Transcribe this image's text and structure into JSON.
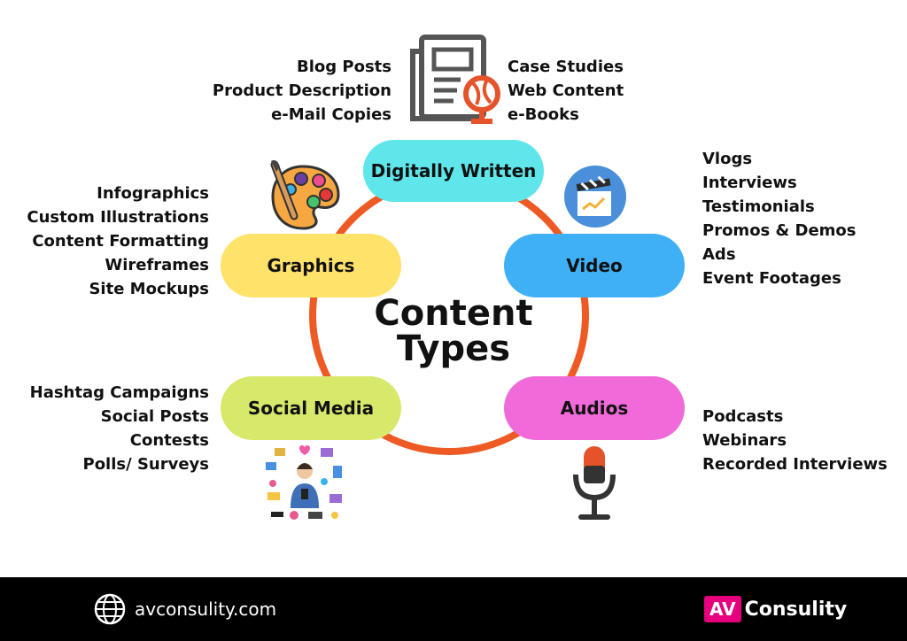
{
  "center": {
    "line1": "Content",
    "line2": "Types"
  },
  "nodes": {
    "digitally_written": {
      "label": "Digitally Written",
      "color": "#5ee6ea"
    },
    "graphics": {
      "label": "Graphics",
      "color": "#ffe26a"
    },
    "video": {
      "label": "Video",
      "color": "#3fb0f5"
    },
    "social_media": {
      "label": "Social Media",
      "color": "#d8e86a"
    },
    "audios": {
      "label": "Audios",
      "color": "#f06ad9"
    }
  },
  "lists": {
    "written_left": [
      "Blog Posts",
      "Product Description",
      "e-Mail Copies"
    ],
    "written_right": [
      "Case Studies",
      "Web Content",
      "e-Books"
    ],
    "graphics": [
      "Infographics",
      "Custom Illustrations",
      "Content Formatting",
      "Wireframes",
      "Site Mockups"
    ],
    "video": [
      "Vlogs",
      "Interviews",
      "Testimonials",
      "Promos & Demos",
      "Ads",
      "Event Footages"
    ],
    "social": [
      "Hashtag Campaigns",
      "Social Posts",
      "Contests",
      "Polls/ Surveys"
    ],
    "audio": [
      "Podcasts",
      "Webinars",
      "Recorded Interviews"
    ]
  },
  "footer": {
    "website": "avconsulity.com",
    "brand_mark": "AV",
    "brand_name": "Consulity"
  },
  "colors": {
    "ring": "#ee5a24",
    "footer_bg": "#000000",
    "brand_pink": "#e6007e"
  },
  "icons": [
    "newspaper-globe-icon",
    "paint-palette-icon",
    "clapperboard-icon",
    "social-media-person-icon",
    "microphone-icon",
    "globe-icon"
  ]
}
